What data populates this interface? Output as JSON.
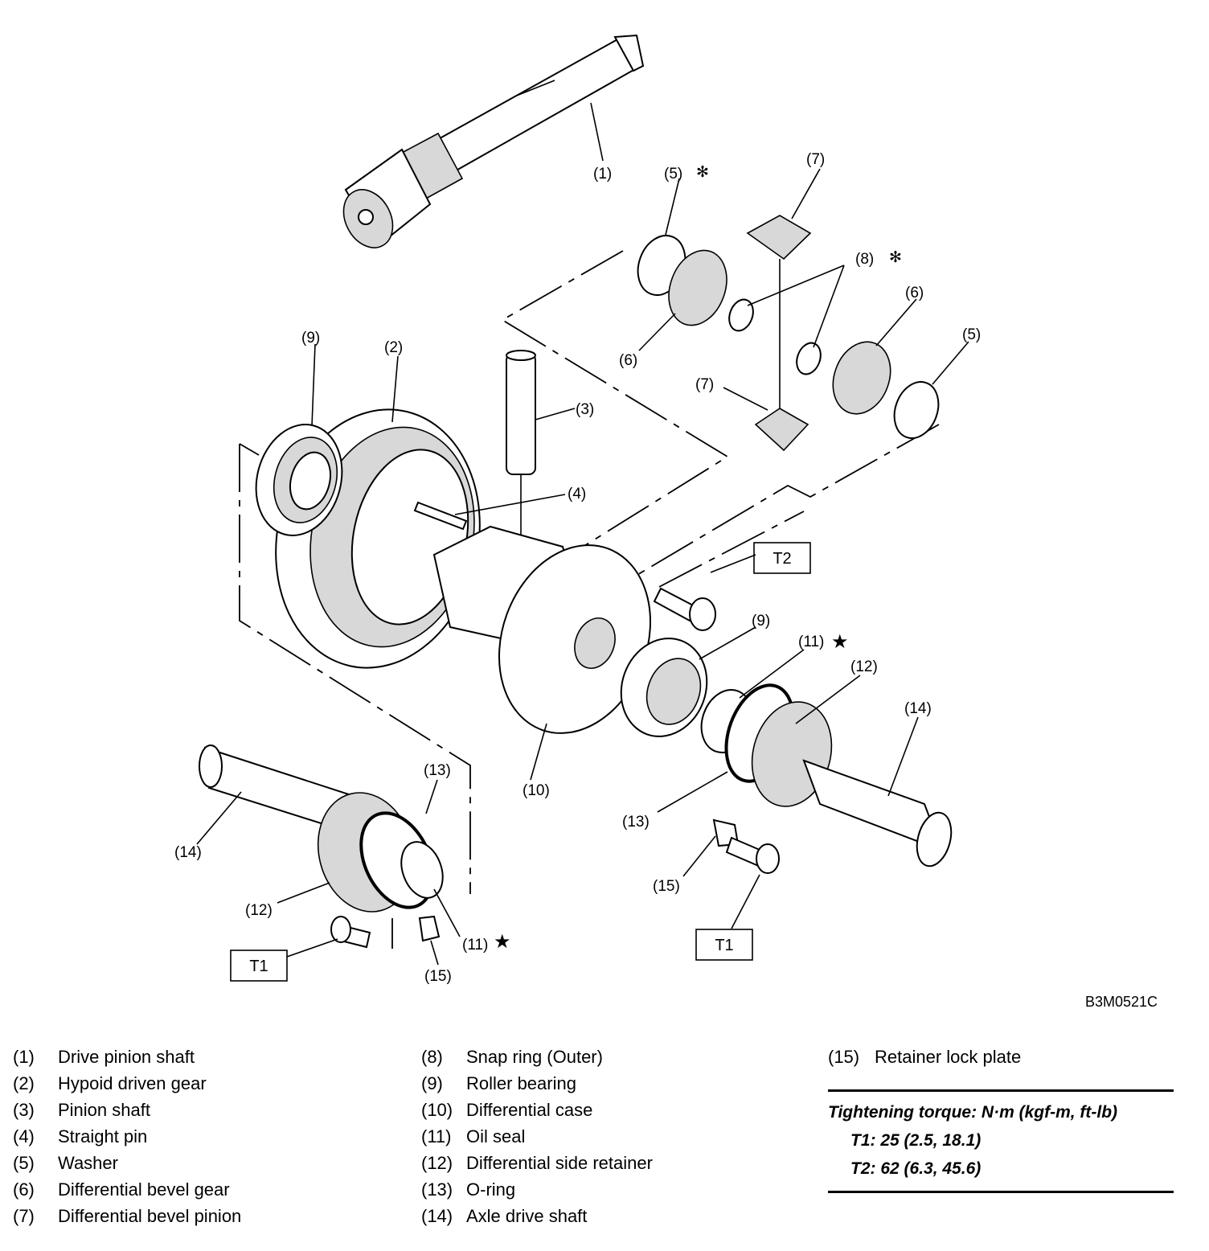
{
  "figure": {
    "code": "B3M0521C",
    "callouts": {
      "c1": "(1)",
      "c2": "(2)",
      "c3": "(3)",
      "c4": "(4)",
      "c5a": "(5)",
      "c5b": "(5)",
      "c6a": "(6)",
      "c6b": "(6)",
      "c7a": "(7)",
      "c7b": "(7)",
      "c8": "(8)",
      "c9a": "(9)",
      "c9b": "(9)",
      "c10": "(10)",
      "c11a": "(11)",
      "c11b": "(11)",
      "c12a": "(12)",
      "c12b": "(12)",
      "c13a": "(13)",
      "c13b": "(13)",
      "c14a": "(14)",
      "c14b": "(14)",
      "c15a": "(15)",
      "c15b": "(15)"
    },
    "marks": {
      "asterisk": "✻",
      "star": "★"
    },
    "torque_boxes": {
      "t2": "T2",
      "t1a": "T1",
      "t1b": "T1"
    }
  },
  "legend": {
    "col1": [
      {
        "num": "(1)",
        "name": "Drive pinion shaft"
      },
      {
        "num": "(2)",
        "name": "Hypoid driven gear"
      },
      {
        "num": "(3)",
        "name": "Pinion shaft"
      },
      {
        "num": "(4)",
        "name": "Straight pin"
      },
      {
        "num": "(5)",
        "name": "Washer"
      },
      {
        "num": "(6)",
        "name": "Differential bevel gear"
      },
      {
        "num": "(7)",
        "name": "Differential bevel pinion"
      }
    ],
    "col2": [
      {
        "num": "(8)",
        "name": "Snap ring (Outer)"
      },
      {
        "num": "(9)",
        "name": "Roller bearing"
      },
      {
        "num": "(10)",
        "name": "Differential case"
      },
      {
        "num": "(11)",
        "name": "Oil seal"
      },
      {
        "num": "(12)",
        "name": "Differential side retainer"
      },
      {
        "num": "(13)",
        "name": "O-ring"
      },
      {
        "num": "(14)",
        "name": "Axle drive shaft"
      }
    ],
    "col3": [
      {
        "num": "(15)",
        "name": "Retainer lock plate"
      }
    ]
  },
  "torque": {
    "title": "Tightening torque: N·m (kgf-m, ft-lb)",
    "t1": "T1: 25 (2.5, 18.1)",
    "t2": "T2: 62 (6.3, 45.6)"
  }
}
